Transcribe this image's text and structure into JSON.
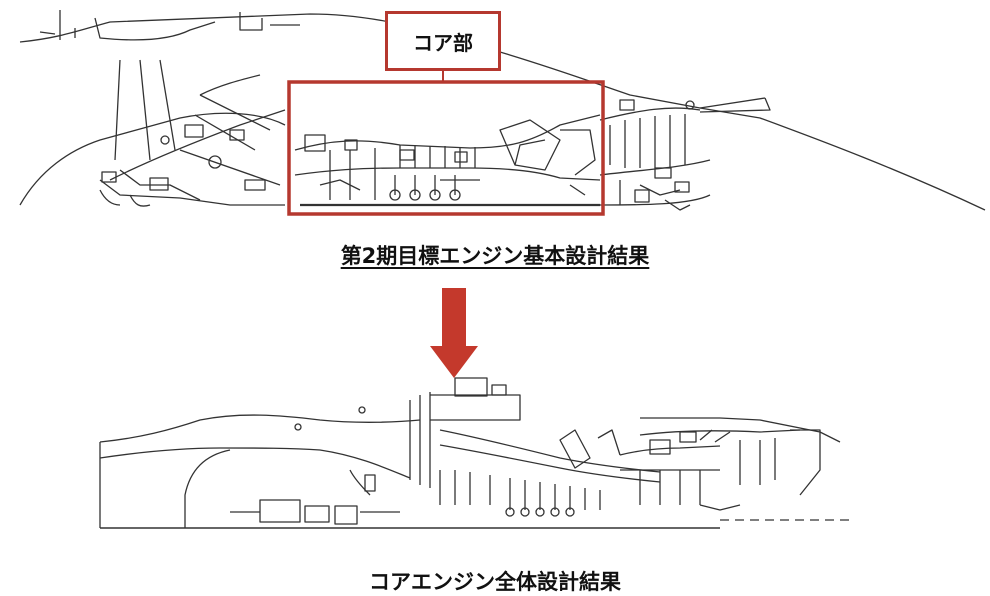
{
  "core_label": "コア部",
  "caption_top": "第2期目標エンジン基本設計結果",
  "caption_bottom": "コアエンジン全体設計結果",
  "colors": {
    "highlight_frame": "#b5382f",
    "arrow": "#c4392c",
    "line": "#333333"
  }
}
